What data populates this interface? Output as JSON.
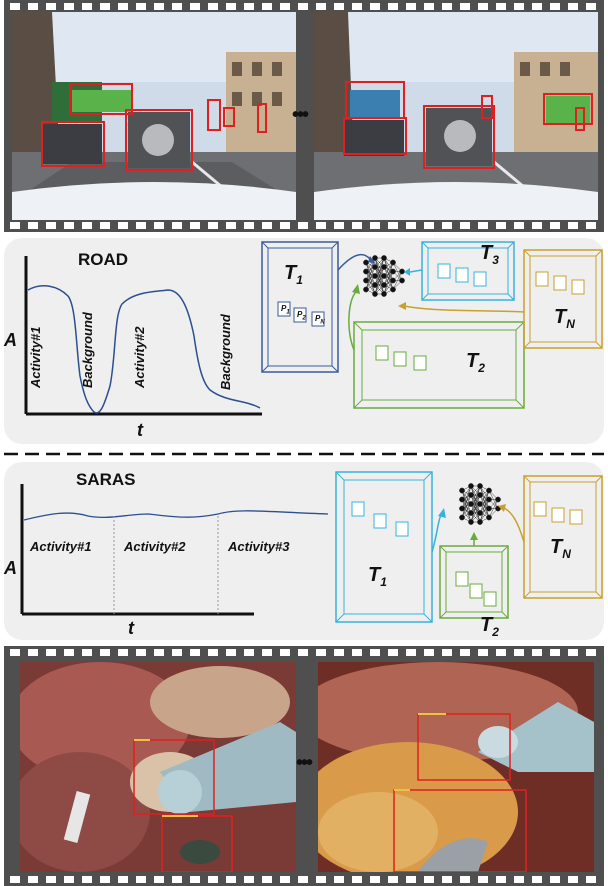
{
  "road": {
    "title": "ROAD",
    "y_axis": "A",
    "x_axis": "t",
    "activities": [
      "Activity#1",
      "Background",
      "Activity#2",
      "Background"
    ],
    "tasks": [
      {
        "name": "T",
        "sub": "1",
        "color": "#3a5b9a"
      },
      {
        "name": "T",
        "sub": "2",
        "color": "#6aab3e"
      },
      {
        "name": "T",
        "sub": "3",
        "color": "#35b3dd"
      },
      {
        "name": "T",
        "sub": "N",
        "color": "#c9a02d"
      }
    ],
    "prototypes": [
      {
        "p": "P",
        "sub": "1"
      },
      {
        "p": "P",
        "sub": "2"
      },
      {
        "p": "P",
        "sub": "N"
      }
    ]
  },
  "saras": {
    "title": "SARAS",
    "y_axis": "A",
    "x_axis": "t",
    "activities": [
      "Activity#1",
      "Activity#2",
      "Activity#3"
    ],
    "tasks": [
      {
        "name": "T",
        "sub": "1",
        "color": "#35b3dd"
      },
      {
        "name": "T",
        "sub": "2",
        "color": "#6aab3e"
      },
      {
        "name": "T",
        "sub": "N",
        "color": "#c9a02d"
      }
    ]
  },
  "ellipsis": "•••",
  "colors": {
    "panel": "#efefef",
    "film": "#4f4f4f",
    "box": "#e02020"
  },
  "icons": [
    "neural-network-icon",
    "filmstrip-icon"
  ]
}
